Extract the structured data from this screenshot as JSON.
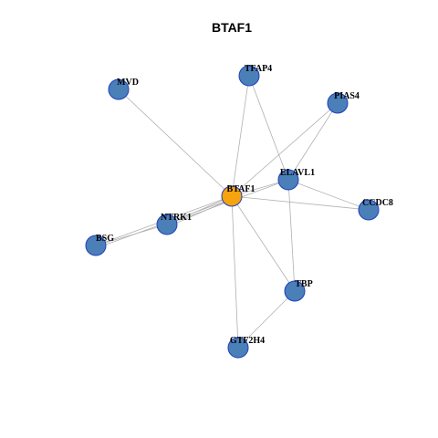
{
  "title": "BTAF1",
  "colors": {
    "center_node": "#F5A30F",
    "node_fill": "#4A7FB8",
    "node_stroke": "#1F3FBF",
    "edge": "#B0B0B0"
  },
  "nodes": [
    {
      "id": "BTAF1",
      "label": "BTAF1",
      "center": true
    },
    {
      "id": "MVD",
      "label": "MVD"
    },
    {
      "id": "TFAP4",
      "label": "TFAP4"
    },
    {
      "id": "PIAS4",
      "label": "PIAS4"
    },
    {
      "id": "ELAVL1",
      "label": "ELAVL1"
    },
    {
      "id": "CCDC8",
      "label": "CCDC8"
    },
    {
      "id": "NTRK1",
      "label": "NTRK1"
    },
    {
      "id": "BSG",
      "label": "BSG"
    },
    {
      "id": "TBP",
      "label": "TBP"
    },
    {
      "id": "GTF2H4",
      "label": "GTF2H4"
    }
  ],
  "edges": [
    [
      "BTAF1",
      "MVD"
    ],
    [
      "BTAF1",
      "TFAP4"
    ],
    [
      "BTAF1",
      "PIAS4"
    ],
    [
      "BTAF1",
      "ELAVL1"
    ],
    [
      "BTAF1",
      "CCDC8"
    ],
    [
      "BTAF1",
      "NTRK1"
    ],
    [
      "BTAF1",
      "BSG"
    ],
    [
      "BTAF1",
      "TBP"
    ],
    [
      "BTAF1",
      "GTF2H4"
    ],
    [
      "TFAP4",
      "ELAVL1"
    ],
    [
      "PIAS4",
      "ELAVL1"
    ],
    [
      "ELAVL1",
      "CCDC8"
    ],
    [
      "ELAVL1",
      "TBP"
    ],
    [
      "ELAVL1",
      "NTRK1"
    ],
    [
      "NTRK1",
      "BSG"
    ],
    [
      "TBP",
      "GTF2H4"
    ]
  ]
}
